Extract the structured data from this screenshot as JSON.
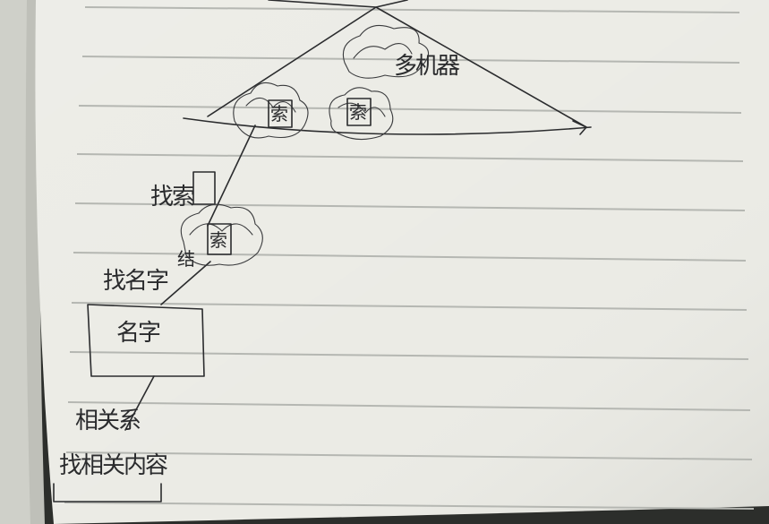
{
  "photo": {
    "subject": "notebook-sketch",
    "colors": {
      "background": "#2c2e2b",
      "paper": "#ebebe5",
      "paper_shadow": "#d9dad4",
      "rule_line": "#b5b7b2",
      "ink": "#2b2c2e"
    }
  },
  "sketch": {
    "labels": {
      "top_cloud_text": "多机器",
      "cloud_box_left": "索",
      "cloud_box_right": "索",
      "find_index": "找索",
      "mid_cloud_box": "索",
      "mid_cloud_side": "结",
      "find_name": "找名字",
      "name_box": "名字",
      "related": "相关系",
      "related_content": "找相关内容"
    }
  }
}
